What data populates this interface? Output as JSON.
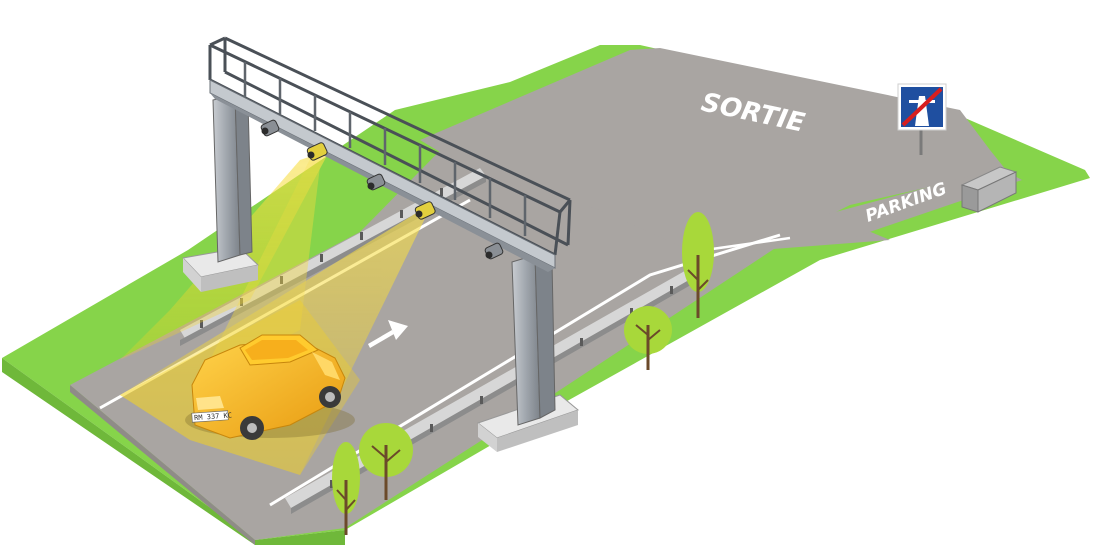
{
  "labels": {
    "exit": "SORTIE",
    "parking": "PARKING"
  },
  "vehicle": {
    "plate": "RM 337 KC"
  },
  "icons": {
    "motorway_end_sign": "end-of-motorway-sign-icon",
    "direction_arrow": "arrow-right-icon"
  },
  "colors": {
    "grass": "#86d44a",
    "grass_edge": "#6fb83a",
    "road": "#a9a5a2",
    "road_dark": "#8f8b88",
    "gantry": "#a5abb2",
    "gantry_dark": "#5f656c",
    "beam": "#f4d21f",
    "car": "#f2b21a",
    "sign_blue": "#1f4fa0",
    "sign_red": "#d81e1e",
    "tree": "#a8d83a",
    "trunk": "#6b4a2a"
  }
}
